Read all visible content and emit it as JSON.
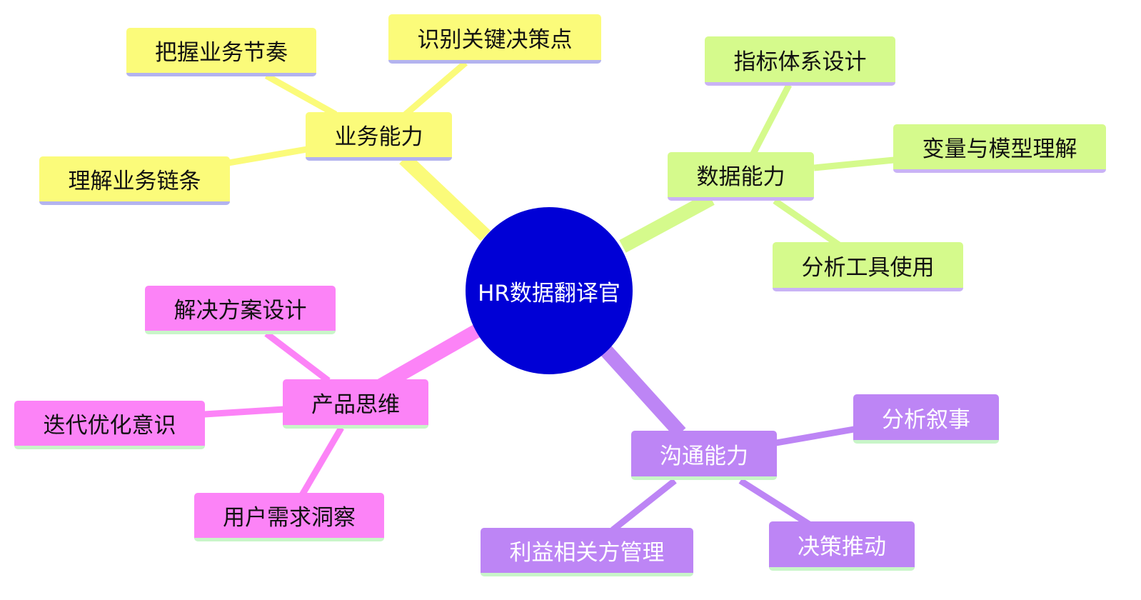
{
  "center": {
    "label": "HR数据翻译官",
    "color": "#0000d6"
  },
  "branches": {
    "business": {
      "label": "业务能力",
      "color": "#fbfb7a",
      "children": [
        "把握业务节奏",
        "识别关键决策点",
        "理解业务链条"
      ]
    },
    "data": {
      "label": "数据能力",
      "color": "#d5fa8c",
      "children": [
        "指标体系设计",
        "变量与模型理解",
        "分析工具使用"
      ]
    },
    "product": {
      "label": "产品思维",
      "color": "#fc83f7",
      "children": [
        "解决方案设计",
        "迭代优化意识",
        "用户需求洞察"
      ]
    },
    "communication": {
      "label": "沟通能力",
      "color": "#bd85f5",
      "children": [
        "分析叙事",
        "利益相关方管理",
        "决策推动"
      ]
    }
  }
}
